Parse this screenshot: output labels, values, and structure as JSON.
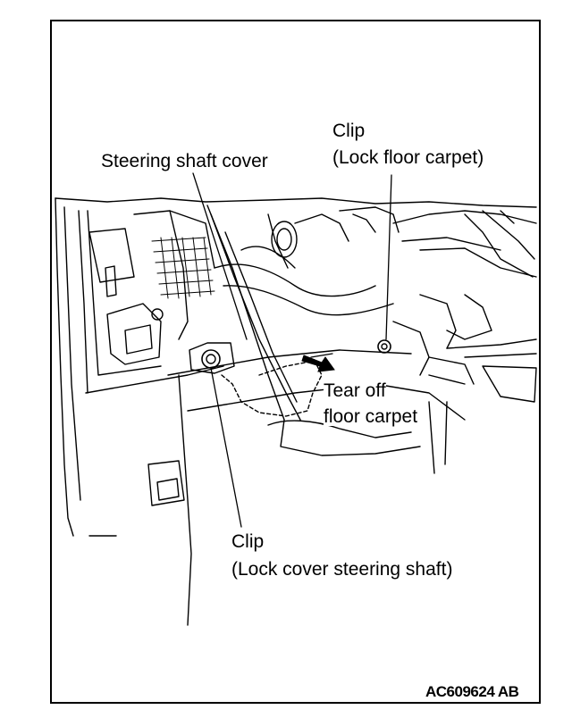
{
  "callouts": {
    "steering_shaft_cover": "Steering shaft cover",
    "clip_top": "Clip",
    "clip_top_desc": "(Lock floor carpet)",
    "tear_off_1": "Tear off",
    "tear_off_2": "floor carpet",
    "clip_bottom": "Clip",
    "clip_bottom_desc": "(Lock cover steering shaft)"
  },
  "figure_code": "AC609624 AB"
}
